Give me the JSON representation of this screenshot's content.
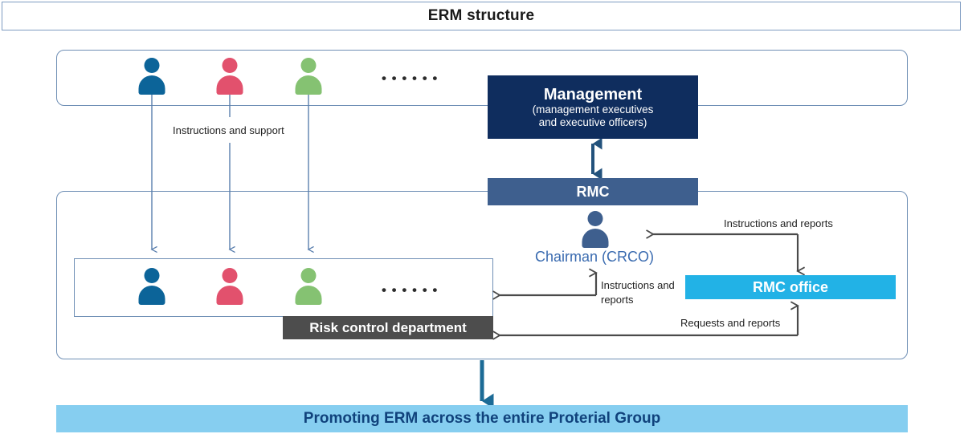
{
  "header": {
    "title": "ERM structure"
  },
  "boxes": {
    "management": {
      "title": "Management",
      "subtitle_line1": "(management executives",
      "subtitle_line2": "and executive officers)",
      "color": "#0f2d5e"
    },
    "rmc": {
      "label": "RMC",
      "color": "#3e5f8e"
    },
    "rmc_office": {
      "label": "RMC office",
      "color": "#22b2e6"
    },
    "risk_control_department": {
      "label": "Risk control department",
      "color": "#4d4d4d"
    },
    "chairman": {
      "label": "Chairman (CRCO)",
      "color": "#3a6bb0"
    },
    "bottom_banner": {
      "label": "Promoting ERM across the entire Proterial Group",
      "background": "#86cef0",
      "text_color": "#10427c"
    }
  },
  "groups": {
    "top_people": {
      "ellipsis": "• • • • • •",
      "members": [
        {
          "name": "person-blue",
          "color": "#0c6499"
        },
        {
          "name": "person-pink",
          "color": "#e2516d"
        },
        {
          "name": "person-green",
          "color": "#85c272"
        }
      ]
    },
    "bottom_people": {
      "ellipsis": "• • • • • •",
      "members": [
        {
          "name": "person-blue",
          "color": "#0c6499"
        },
        {
          "name": "person-pink",
          "color": "#e2516d"
        },
        {
          "name": "person-green",
          "color": "#85c272"
        }
      ]
    }
  },
  "arrow_labels": {
    "instructions_and_support": "Instructions and support",
    "instructions_and_reports_top": "Instructions and reports",
    "instructions_and_reports_mid_line1": "Instructions and",
    "instructions_and_reports_mid_line2": "reports",
    "requests_and_reports": "Requests and reports"
  },
  "colors": {
    "panel_border": "#6f8fb5",
    "thin_arrow": "#5a7fae",
    "dark_arrow": "#4a4a4a",
    "thick_arrow": "#1c6b96"
  }
}
